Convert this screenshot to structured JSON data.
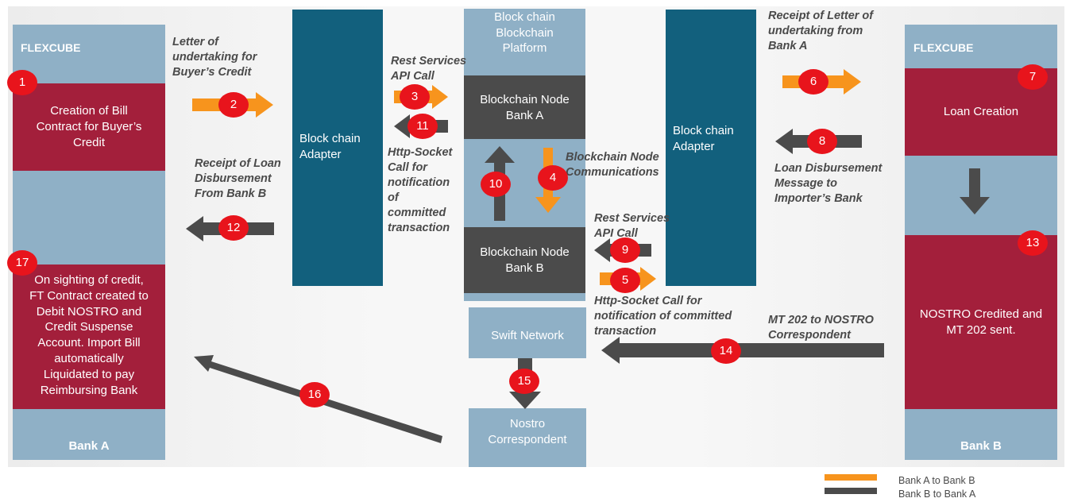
{
  "bank_a": {
    "system": "FLEXCUBE",
    "step1": "Creation of Bill\nContract for Buyer’s\nCredit",
    "step17": "On sighting of credit,\nFT Contract created to\nDebit NOSTRO and\nCredit Suspense\nAccount. Import Bill\nautomatically\nLiquidated to pay\nReimbursing Bank",
    "footer": "Bank A"
  },
  "bank_b": {
    "system": "FLEXCUBE",
    "step7": "Loan Creation",
    "step13": "NOSTRO Credited and\nMT 202 sent.",
    "footer": "Bank B"
  },
  "adapter_left": "Block chain\nAdapter",
  "adapter_right": "Block chain\nAdapter",
  "platform": "Block chain\nBlockchain\nPlatform",
  "node_a": "Blockchain Node\nBank A",
  "node_b": "Blockchain Node\nBank B",
  "swift": "Swift Network",
  "nostro": "Nostro\nCorrespondent",
  "labels": {
    "l2": "Letter of\nundertaking for\nBuyer’s Credit",
    "l3": "Rest Services\nAPI Call",
    "l11": "Http-Socket\nCall for\nnotification\nof\ncommitted\ntransaction",
    "l4": "Blockchain Node\nCommunications",
    "l12": "Receipt of Loan\nDisbursement\nFrom Bank B",
    "l9": "Rest Services\nAPI Call",
    "l5": "Http-Socket Call for\nnotification of committed\ntransaction",
    "l6": "Receipt of Letter of\nundertaking from\nBank A",
    "l8": "Loan Disbursement\nMessage to\nImporter’s Bank",
    "l14": "MT 202 to NOSTRO\nCorrespondent"
  },
  "badges": [
    "1",
    "2",
    "3",
    "4",
    "5",
    "6",
    "7",
    "8",
    "9",
    "10",
    "11",
    "12",
    "13",
    "14",
    "15",
    "16",
    "17"
  ],
  "legend": {
    "orange": "Bank A to Bank B",
    "dark": "Bank B to Bank A"
  },
  "colors": {
    "orange": "#f7941d",
    "dark_arrow": "#4b4b4b",
    "badge": "#e8141c",
    "crimson": "#a31f3b",
    "steel_blue": "#8fb0c6",
    "teal": "#12607d"
  }
}
